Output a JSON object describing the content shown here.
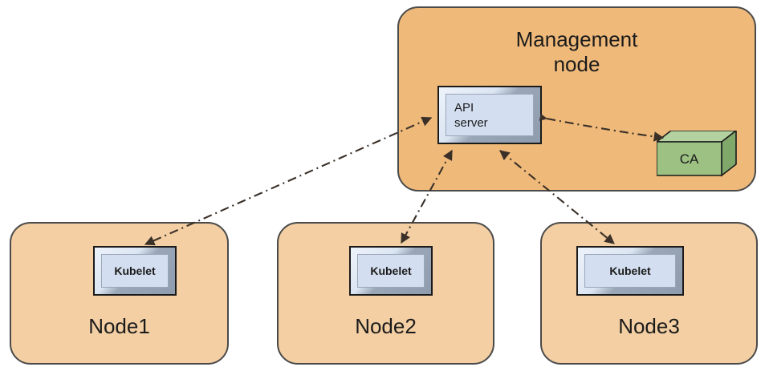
{
  "diagram": {
    "title_text_present": false,
    "background": "#ffffff",
    "palette": {
      "management_zone_fill": "#efb97a",
      "node_zone_fill": "#f3cfa3",
      "zone_stroke": "#4a4a4a",
      "component_fill": "#d3dff0",
      "component_bevel_dark": "#8e9cae",
      "component_stroke": "#1b1b1b",
      "ca_fill": "#9cc183",
      "ca_top_fill": "#b4d2a0",
      "ca_side_fill": "#7fa86a",
      "connector_stroke": "#3a3028",
      "text_color": "#1b1b1b"
    },
    "zones": [
      {
        "id": "management",
        "label": "Management\nnode",
        "kind": "management-zone"
      },
      {
        "id": "node1",
        "label": "Node1",
        "kind": "worker-zone"
      },
      {
        "id": "node2",
        "label": "Node2",
        "kind": "worker-zone"
      },
      {
        "id": "node3",
        "label": "Node3",
        "kind": "worker-zone"
      }
    ],
    "components": [
      {
        "id": "api-server",
        "label": "API\nserver",
        "parent": "management"
      },
      {
        "id": "ca",
        "label": "CA",
        "parent": "management",
        "shape": "cuboid"
      },
      {
        "id": "kubelet1",
        "label": "Kubelet",
        "parent": "node1"
      },
      {
        "id": "kubelet2",
        "label": "Kubelet",
        "parent": "node2"
      },
      {
        "id": "kubelet3",
        "label": "Kubelet",
        "parent": "node3"
      }
    ],
    "connectors": [
      {
        "id": "api-to-ca",
        "from": "api-server",
        "to": "ca",
        "style": "dash-dot",
        "arrows": "both"
      },
      {
        "id": "api-to-kubelet1",
        "from": "api-server",
        "to": "kubelet1",
        "style": "dash-dot",
        "arrows": "both"
      },
      {
        "id": "api-to-kubelet2",
        "from": "api-server",
        "to": "kubelet2",
        "style": "dash-dot",
        "arrows": "both"
      },
      {
        "id": "api-to-kubelet3",
        "from": "api-server",
        "to": "kubelet3",
        "style": "dash-dot",
        "arrows": "both"
      }
    ]
  }
}
